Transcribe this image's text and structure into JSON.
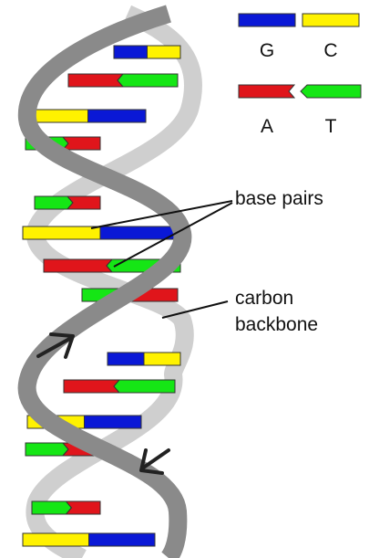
{
  "colors": {
    "G": "#0a18d6",
    "C": "#fff200",
    "A": "#e0151b",
    "T": "#15e615",
    "strand_front": "#8a8a8a",
    "strand_back": "#cfcfcf",
    "outline": "#333333",
    "arrow": "#222222"
  },
  "legend": {
    "g": "G",
    "c": "C",
    "a": "A",
    "t": "T"
  },
  "labels": {
    "base_pairs": "base pairs",
    "carbon": "carbon",
    "backbone": "backbone"
  },
  "base_pairs": [
    [
      "G",
      "C"
    ],
    [
      "A",
      "T"
    ],
    [
      "C",
      "G"
    ],
    [
      "T",
      "A"
    ],
    [
      "T",
      "A"
    ],
    [
      "C",
      "G"
    ],
    [
      "A",
      "T"
    ],
    [
      "T",
      "A"
    ],
    [
      "G",
      "C"
    ],
    [
      "A",
      "T"
    ],
    [
      "C",
      "G"
    ],
    [
      "T",
      "A"
    ],
    [
      "T",
      "A"
    ],
    [
      "C",
      "G"
    ]
  ],
  "icons": {
    "upper_arrow": "arrow-up-right-icon",
    "lower_arrow": "arrow-down-left-icon"
  }
}
